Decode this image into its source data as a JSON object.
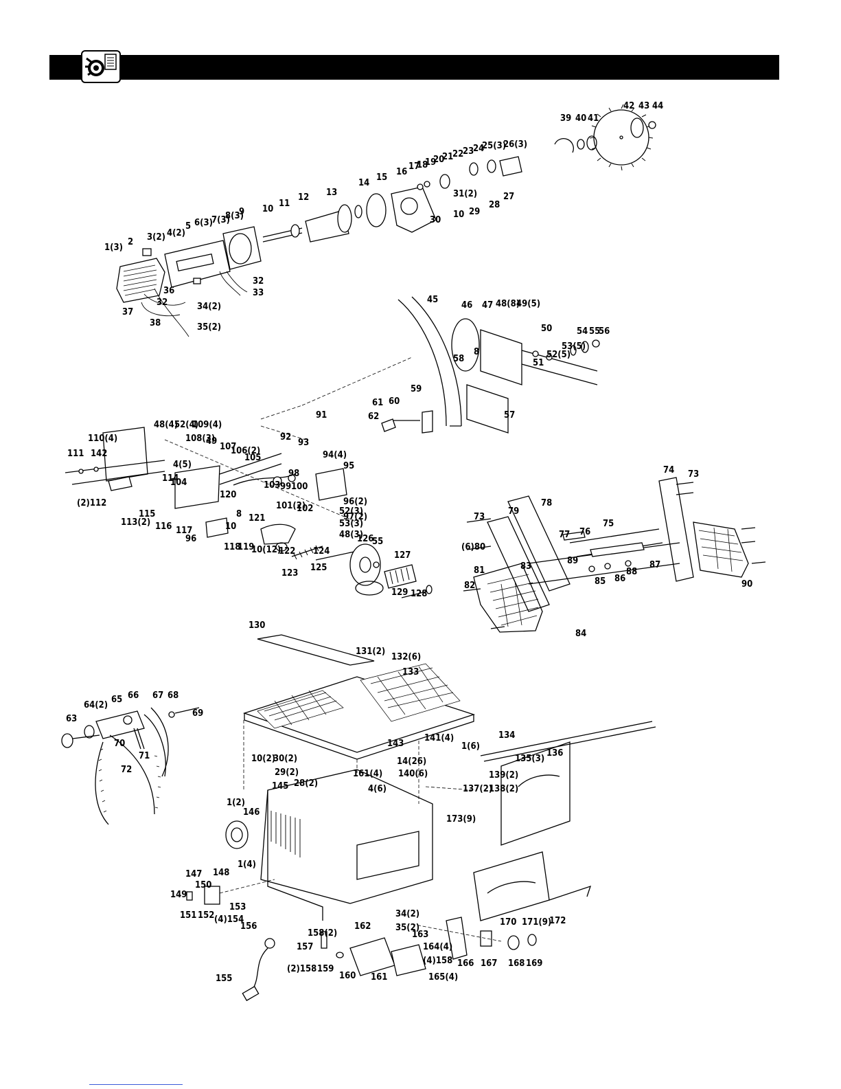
{
  "header": {
    "title": "",
    "icon": "parts-gear-list-icon"
  },
  "labels": {
    "motor": [
      "1(3)",
      "2",
      "3(2)",
      "4(2)",
      "5",
      "6(3)",
      "7(3)",
      "8(3)",
      "9",
      "10",
      "11",
      "12",
      "13",
      "14",
      "15",
      "16",
      "17",
      "18",
      "19",
      "20",
      "21",
      "22",
      "23",
      "24",
      "25(3)",
      "26(3)",
      "27",
      "28",
      "29",
      "10",
      "31(2)",
      "30",
      "32",
      "33",
      "36",
      "32",
      "37",
      "38",
      "34(2)",
      "35(2)"
    ],
    "blade": [
      "39",
      "40",
      "41",
      "42",
      "43",
      "44"
    ],
    "tilt": [
      "45",
      "46",
      "47",
      "48(8)",
      "49(5)",
      "50",
      "51",
      "52(5)",
      "53(5)",
      "54",
      "55",
      "56",
      "58",
      "8",
      "59",
      "60",
      "61",
      "62",
      "57",
      "91"
    ],
    "carriage": [
      "110(4)",
      "48(4)",
      "52(4)",
      "109(4)",
      "108(3)",
      "49",
      "107",
      "106(2)",
      "105",
      "111",
      "142",
      "4(5)",
      "104",
      "92",
      "93",
      "94(4)",
      "95",
      "114",
      "98",
      "99",
      "100",
      "103",
      "(2)112",
      "113(2)",
      "115",
      "120",
      "101(2)",
      "102",
      "96(2)",
      "97(2)",
      "116",
      "117",
      "8",
      "10",
      "121",
      "52(3)",
      "53(3)",
      "48(3)",
      "96",
      "118",
      "119",
      "10(12)",
      "122",
      "123",
      "124",
      "125",
      "126",
      "55",
      "127",
      "129",
      "128"
    ],
    "stand": [
      "74",
      "73",
      "78",
      "79",
      "73",
      "77",
      "76",
      "75",
      "(6)80",
      "81",
      "83",
      "89",
      "85",
      "86",
      "88",
      "87",
      "82",
      "84",
      "90"
    ],
    "guard": [
      "63",
      "64(2)",
      "65",
      "66",
      "67",
      "68",
      "69",
      "70",
      "71",
      "72"
    ],
    "table": [
      "130",
      "131(2)",
      "132(6)",
      "133",
      "10(2)",
      "30(2)",
      "29(2)",
      "28(2)",
      "143",
      "141(4)",
      "1(6)",
      "134",
      "135(3)",
      "136",
      "14(26)",
      "140(6)",
      "161(4)",
      "4(6)",
      "139(2)",
      "138(2)",
      "137(2)",
      "173(9)",
      "145",
      "146",
      "1(2)",
      "1(4)",
      "147",
      "148",
      "149",
      "150",
      "151",
      "152",
      "153",
      "(4)154",
      "156",
      "155",
      "158(2)",
      "157",
      "(2)158",
      "159",
      "160",
      "161",
      "162",
      "34(2)",
      "35(2)",
      "163",
      "164(4)",
      "(4)158",
      "165(4)",
      "166",
      "167",
      "168",
      "169",
      "170",
      "171(9)",
      "172"
    ]
  }
}
